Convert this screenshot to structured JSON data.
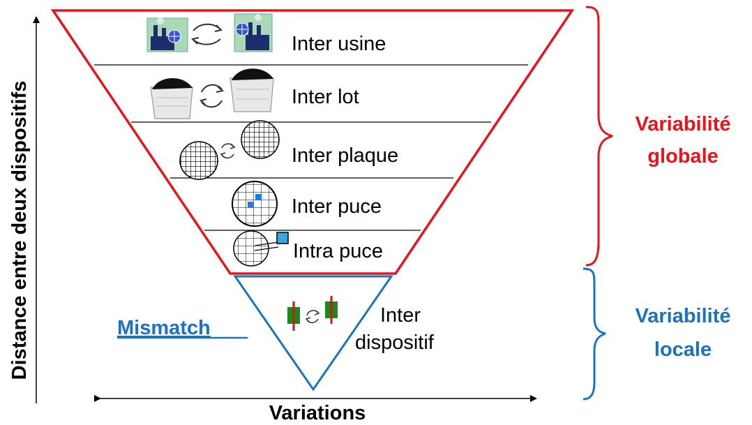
{
  "axes": {
    "y_label": "Distance entre deux dispositifs",
    "x_label": "Variations"
  },
  "levels": [
    {
      "label": "Inter usine",
      "icon": "factory-icon"
    },
    {
      "label": "Inter lot",
      "icon": "wafer-lot-box-icon"
    },
    {
      "label": "Inter plaque",
      "icon": "wafer-icon"
    },
    {
      "label": "Inter puce",
      "icon": "die-grid-icon"
    },
    {
      "label": "Intra puce",
      "icon": "die-zoom-icon"
    }
  ],
  "local": {
    "label_line1": "Inter",
    "label_line2": "dispositif",
    "icon": "transistor-pair-icon",
    "mismatch_link": "Mismatch"
  },
  "brackets": {
    "global_line1": "Variabilité",
    "global_line2": "globale",
    "local_line1": "Variabilité",
    "local_line2": "locale"
  },
  "colors": {
    "global": "#e8141c",
    "local": "#1a73c0",
    "die_highlight": "#1f7de0",
    "transistor_green": "#1a8a1a",
    "transistor_red": "#d21414"
  }
}
